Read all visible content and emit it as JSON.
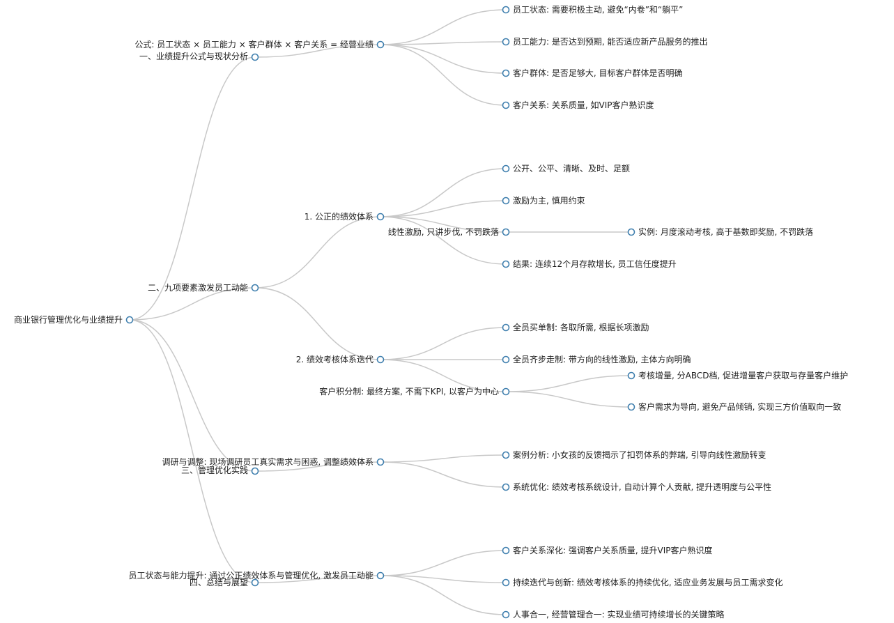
{
  "mindmap": {
    "id": "root",
    "label": "商业银行管理优化与业绩提升",
    "children": [
      {
        "id": "s1",
        "label": "一、业绩提升公式与现状分析",
        "children": [
          {
            "id": "s1-formula",
            "label": "公式: 员工状态 × 员工能力 × 客户群体 × 客户关系 = 经营业绩",
            "children": [
              {
                "id": "s1-f1",
                "label": "员工状态: 需要积极主动, 避免“内卷”和“躺平”"
              },
              {
                "id": "s1-f2",
                "label": "员工能力: 是否达到预期, 能否适应新产品服务的推出"
              },
              {
                "id": "s1-f3",
                "label": "客户群体: 是否足够大, 目标客户群体是否明确"
              },
              {
                "id": "s1-f4",
                "label": "客户关系: 关系质量, 如VIP客户熟识度"
              }
            ]
          }
        ]
      },
      {
        "id": "s2",
        "label": "二、九项要素激发员工动能",
        "children": [
          {
            "id": "s2-a",
            "label": "1. 公正的绩效体系",
            "children": [
              {
                "id": "s2-a1",
                "label": "公开、公平、清晰、及时、足额"
              },
              {
                "id": "s2-a2",
                "label": "激励为主, 慎用约束"
              },
              {
                "id": "s2-a3",
                "label": "线性激励, 只讲步伐, 不罚跌落",
                "children": [
                  {
                    "id": "s2-a3-1",
                    "label": "实例: 月度滚动考核, 高于基数即奖励, 不罚跌落"
                  }
                ]
              },
              {
                "id": "s2-a4",
                "label": "结果: 连续12个月存款增长, 员工信任度提升"
              }
            ]
          },
          {
            "id": "s2-b",
            "label": "2. 绩效考核体系迭代",
            "children": [
              {
                "id": "s2-b1",
                "label": "全员买单制: 各取所需, 根据长项激励"
              },
              {
                "id": "s2-b2",
                "label": "全员齐步走制: 带方向的线性激励, 主体方向明确"
              },
              {
                "id": "s2-b3",
                "label": "客户积分制: 最终方案, 不需下KPI, 以客户为中心",
                "children": [
                  {
                    "id": "s2-b3-1",
                    "label": "考核增量, 分ABCD档, 促进增量客户获取与存量客户维护"
                  },
                  {
                    "id": "s2-b3-2",
                    "label": "客户需求为导向, 避免产品倾销, 实现三方价值取向一致"
                  }
                ]
              }
            ]
          }
        ]
      },
      {
        "id": "s3",
        "label": "三、管理优化实践",
        "children": [
          {
            "id": "s3-a",
            "label": "调研与调整: 现场调研员工真实需求与困惑, 调整绩效体系",
            "children": [
              {
                "id": "s3-a1",
                "label": "案例分析: 小女孩的反馈揭示了扣罚体系的弊端, 引导向线性激励转变"
              },
              {
                "id": "s3-a2",
                "label": "系统优化: 绩效考核系统设计, 自动计算个人贡献, 提升透明度与公平性"
              }
            ]
          }
        ]
      },
      {
        "id": "s4",
        "label": "四、总结与展望",
        "children": [
          {
            "id": "s4-a",
            "label": "员工状态与能力提升: 通过公正绩效体系与管理优化, 激发员工动能",
            "children": [
              {
                "id": "s4-a1",
                "label": "客户关系深化: 强调客户关系质量, 提升VIP客户熟识度"
              },
              {
                "id": "s4-a2",
                "label": "持续迭代与创新: 绩效考核体系的持续优化, 适应业务发展与员工需求变化"
              },
              {
                "id": "s4-a3",
                "label": "人事合一, 经营管理合一: 实现业绩可持续增长的关键策略"
              }
            ]
          }
        ]
      }
    ]
  }
}
